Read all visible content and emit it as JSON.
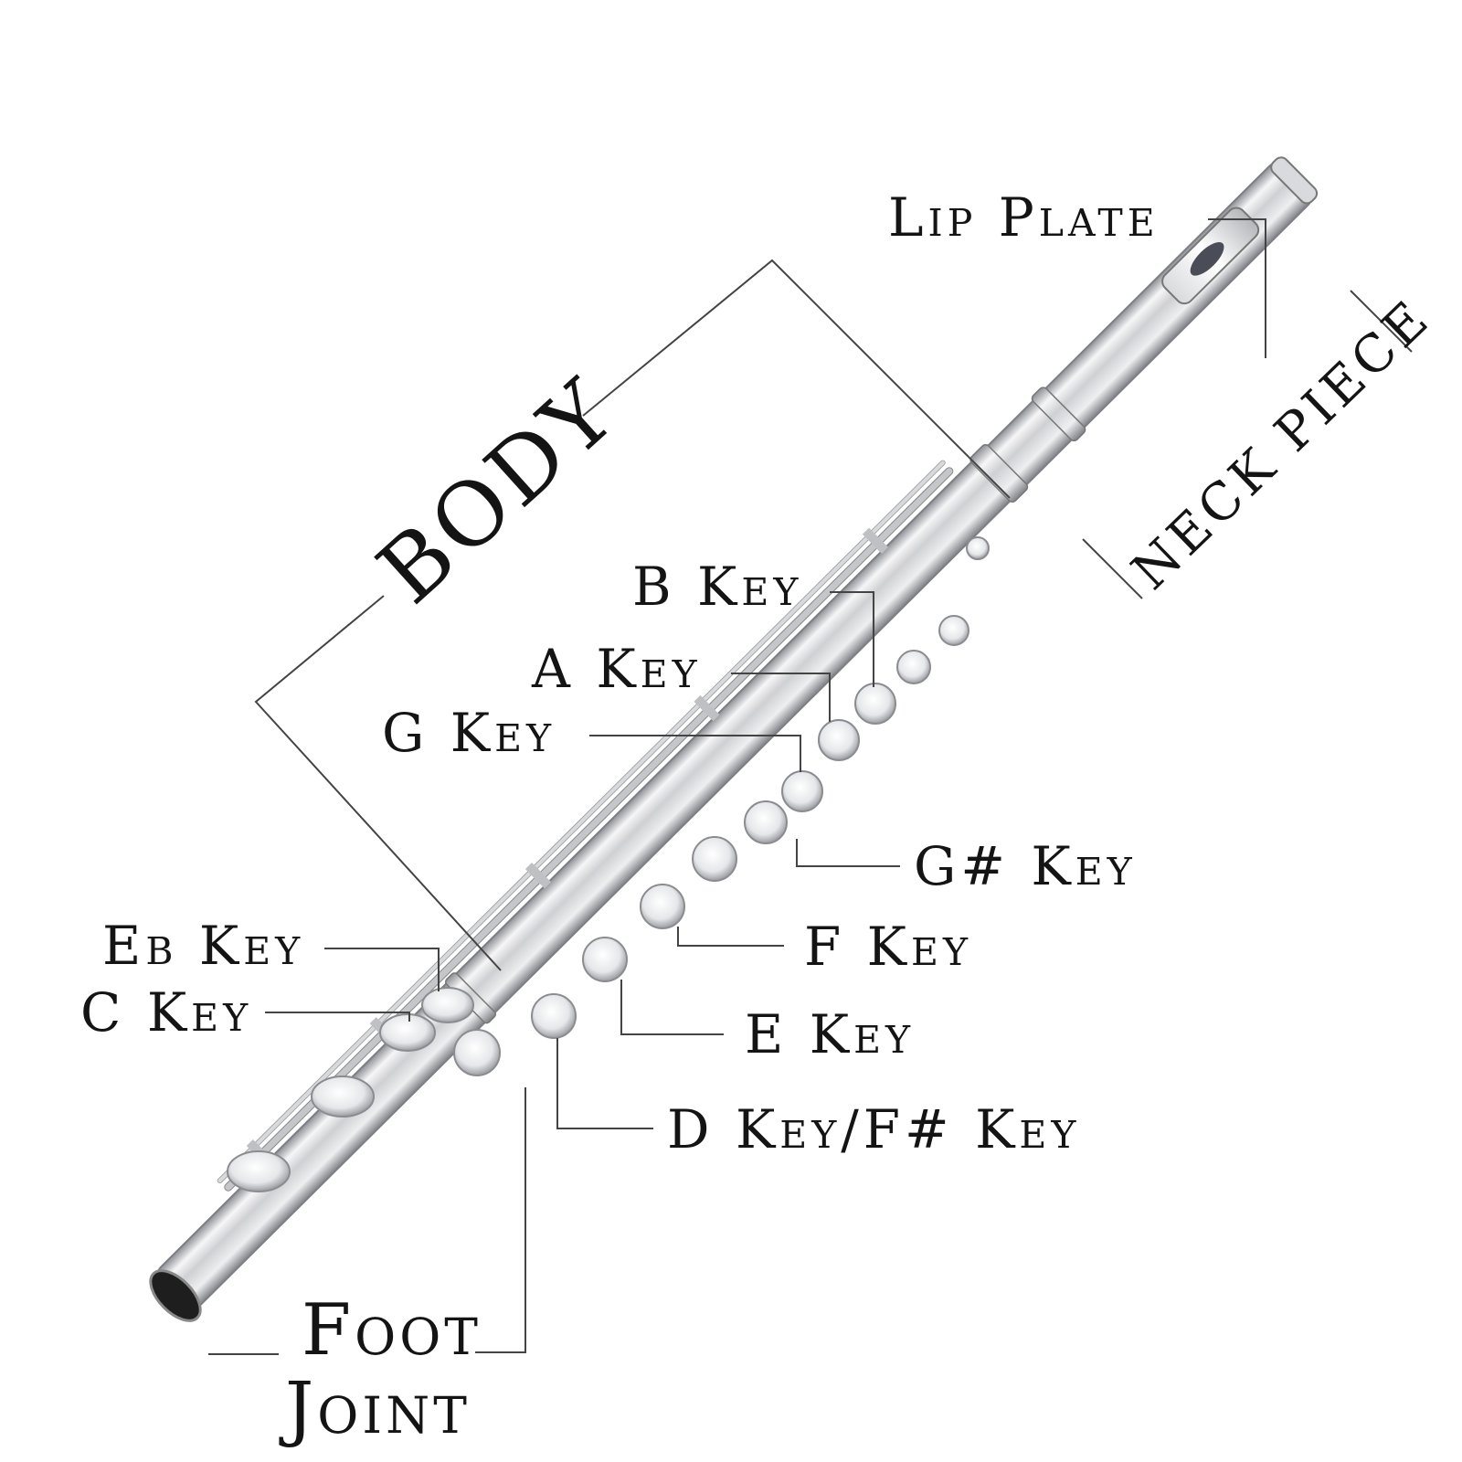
{
  "labels": {
    "lip_plate": "Lip Plate",
    "body": "BODY",
    "neck_piece": "NECK PIECE",
    "b_key": "B Key",
    "a_key": "A Key",
    "g_key": "G Key",
    "g_sharp_key": "G# Key",
    "f_key": "F Key",
    "e_key": "E Key",
    "d_key": "D Key/F# Key",
    "eb_key": "Eb Key",
    "c_key": "C Key",
    "foot": "Foot",
    "joint": "Joint"
  },
  "colors": {
    "background": "#ffffff",
    "text": "#141414",
    "leader": "#444444",
    "metal_light": "#f4f4f6",
    "metal_mid": "#c9cacd",
    "metal_dark": "#8d8f94"
  }
}
